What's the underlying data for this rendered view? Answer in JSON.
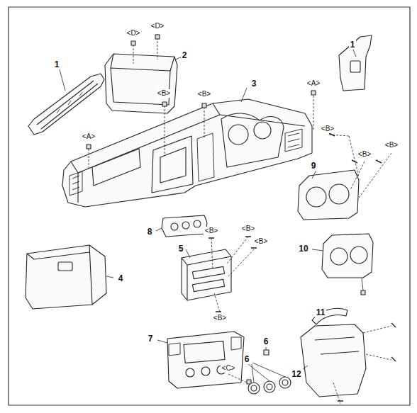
{
  "diagram": {
    "labels": [
      "<D>",
      "<D>",
      "1",
      "2",
      "1",
      "3",
      "<B>",
      "<B>",
      "<A>",
      "<A>",
      "<B>",
      "<B>",
      "<B>",
      "9",
      "8",
      "<B>",
      "<B>",
      "<B>",
      "5",
      "10",
      "4",
      "<B>",
      "11",
      "7",
      "6",
      "<C>",
      "6",
      "12"
    ]
  }
}
